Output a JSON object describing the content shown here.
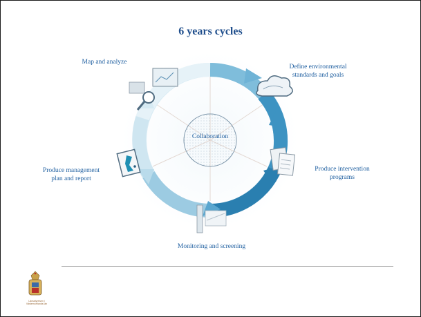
{
  "slide": {
    "title": "6 years cycles"
  },
  "cycle": {
    "center": "Collaboration",
    "steps": [
      {
        "id": "map",
        "lines": [
          "Map and analyze"
        ]
      },
      {
        "id": "define",
        "lines": [
          "Define environmental",
          "standards and goals"
        ]
      },
      {
        "id": "intervention",
        "lines": [
          "Produce intervention",
          "programs"
        ]
      },
      {
        "id": "monitoring",
        "lines": [
          "Monitoring and screening"
        ]
      },
      {
        "id": "management",
        "lines": [
          "Produce management",
          "plan and report"
        ]
      }
    ]
  },
  "footer": {
    "logo_lines": [
      "Länsstyrelsen i",
      "Västernorrlands län"
    ]
  },
  "colors": {
    "title": "#1f4e8c",
    "label": "#1f5fa0",
    "ring_dark": "#2e86b8",
    "ring_light": "#cfe6f1"
  }
}
